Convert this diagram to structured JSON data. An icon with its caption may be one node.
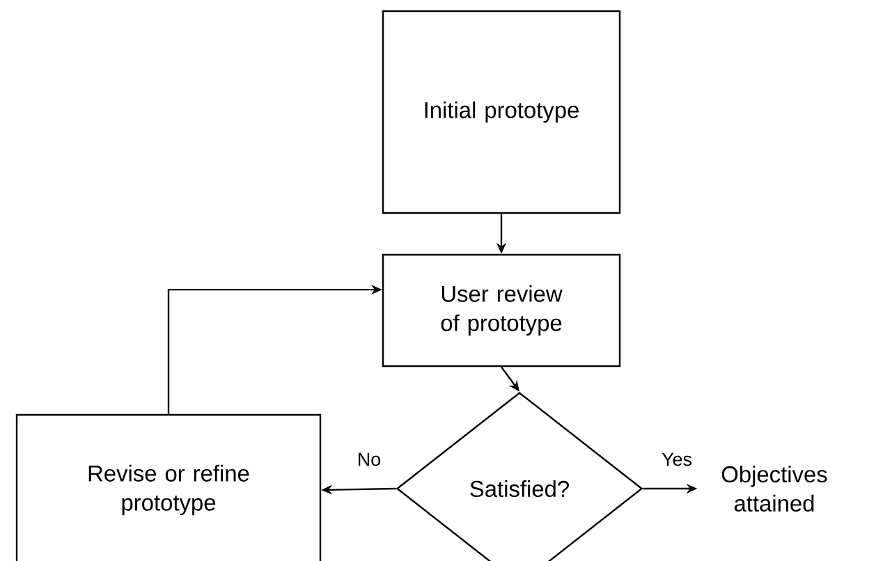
{
  "diagram": {
    "nodes": [
      {
        "text": [
          "Initial prototype"
        ]
      },
      {
        "text": [
          "User review of prototype"
        ]
      },
      {
        "text": [
          "Satisfied?"
        ]
      },
      {
        "text": [
          "Revise or refine prototype"
        ]
      },
      {
        "text": [
          "Objectives attained"
        ]
      }
    ],
    "edges": [
      {
        "from": 0,
        "to": 1,
        "arrow": "to"
      },
      {
        "from": 1,
        "to": 2,
        "arrow": "to"
      },
      {
        "from": 2,
        "to": 3,
        "arrow": "to",
        "label": "No"
      },
      {
        "from": 2,
        "to": 4,
        "arrow": "to",
        "label": "Yes"
      },
      {
        "from": 3,
        "to": 1,
        "arrow": "to"
      }
    ]
  }
}
